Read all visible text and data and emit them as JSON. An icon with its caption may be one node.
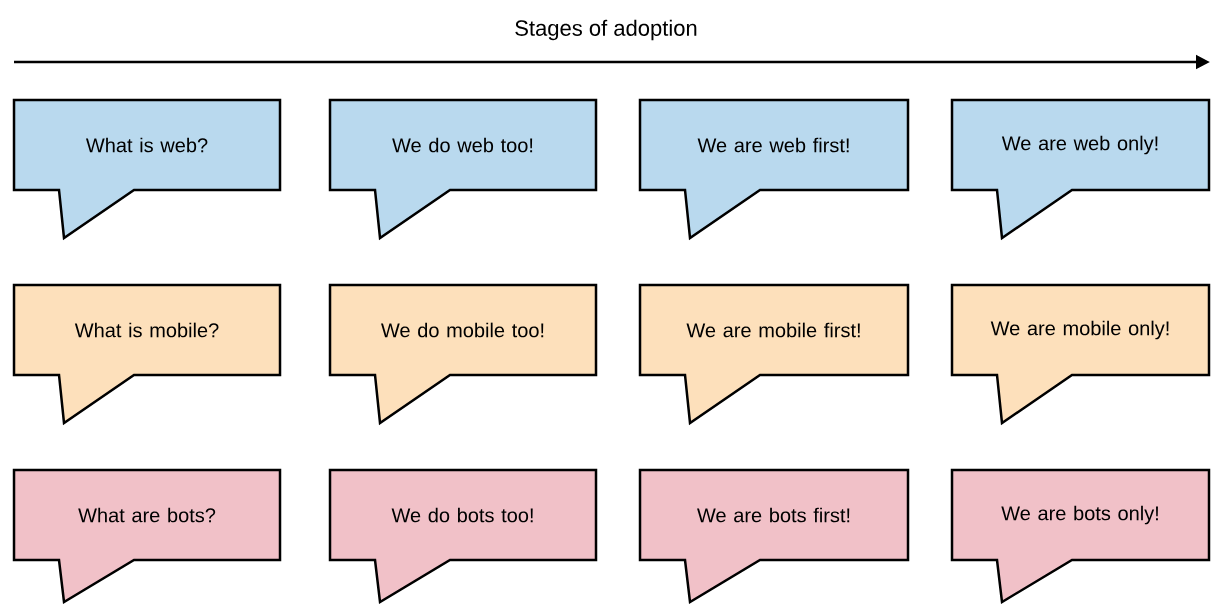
{
  "diagram": {
    "title": "Stages of adoption",
    "nodes": [
      {
        "text": [
          "What is web?"
        ]
      },
      {
        "text": [
          "We do web too!"
        ]
      },
      {
        "text": [
          "We are web first!"
        ]
      },
      {
        "text": [
          "We are web only!"
        ]
      },
      {
        "text": [
          "What is mobile?"
        ]
      },
      {
        "text": [
          "We do mobile too!"
        ]
      },
      {
        "text": [
          "We are mobile first!"
        ]
      },
      {
        "text": [
          "We are mobile only!"
        ]
      },
      {
        "text": [
          "What are bots?"
        ]
      },
      {
        "text": [
          "We do bots too!"
        ]
      },
      {
        "text": [
          "We are bots first!"
        ]
      },
      {
        "text": [
          "We are bots only!"
        ]
      }
    ]
  }
}
